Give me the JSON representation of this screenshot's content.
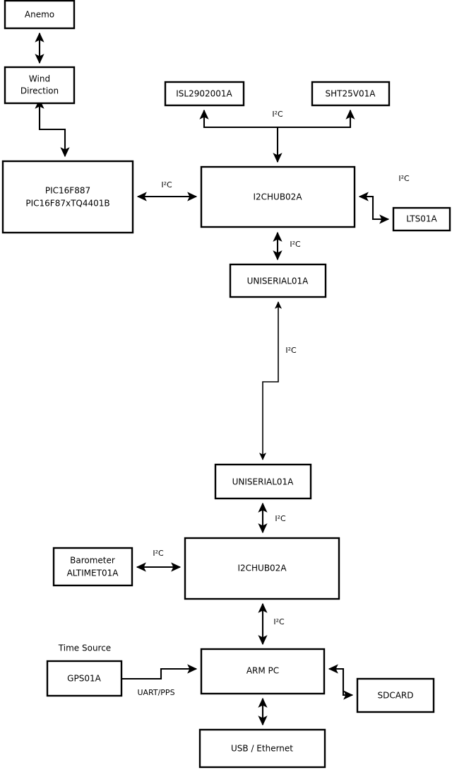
{
  "diagram": {
    "type": "block-diagram",
    "title": "",
    "background_color": "#ffffff",
    "line_color": "#000000",
    "nodes": [
      {
        "id": "anemo",
        "label": "Anemo"
      },
      {
        "id": "wind",
        "label_line1": "Wind",
        "label_line2": "Direction"
      },
      {
        "id": "pic",
        "label_line1": "PIC16F887",
        "label_line2": "PIC16F87xTQ4401B"
      },
      {
        "id": "isl",
        "label": "ISL2902001A"
      },
      {
        "id": "sht",
        "label": "SHT25V01A"
      },
      {
        "id": "hub_top",
        "label": "I2CHUB02A"
      },
      {
        "id": "lts",
        "label": "LTS01A"
      },
      {
        "id": "uniserial_top",
        "label": "UNISERIAL01A"
      },
      {
        "id": "uniserial_bot",
        "label": "UNISERIAL01A"
      },
      {
        "id": "barometer",
        "label_line1": "Barometer",
        "label_line2": "ALTIMET01A"
      },
      {
        "id": "hub_bottom",
        "label": "I2CHUB02A"
      },
      {
        "id": "gps",
        "label": "GPS01A"
      },
      {
        "id": "armpc",
        "label": "ARM PC"
      },
      {
        "id": "sdcard",
        "label": "SDCARD"
      },
      {
        "id": "usbeth",
        "label": "USB / Ethernet"
      }
    ],
    "free_labels": [
      {
        "id": "time-source",
        "text": "Time Source"
      }
    ],
    "edge_labels": {
      "isl_sht_bus": "I²C",
      "pic_hub": "I²C",
      "hub_lts": "I²C",
      "hub_uniserial": "I²C",
      "uniserial_link": "I²C",
      "uniserial_hub_bottom": "I²C",
      "barometer_hub": "I²C",
      "hub_armpc": "I²C",
      "gps_armpc": "UART/PPS"
    }
  }
}
